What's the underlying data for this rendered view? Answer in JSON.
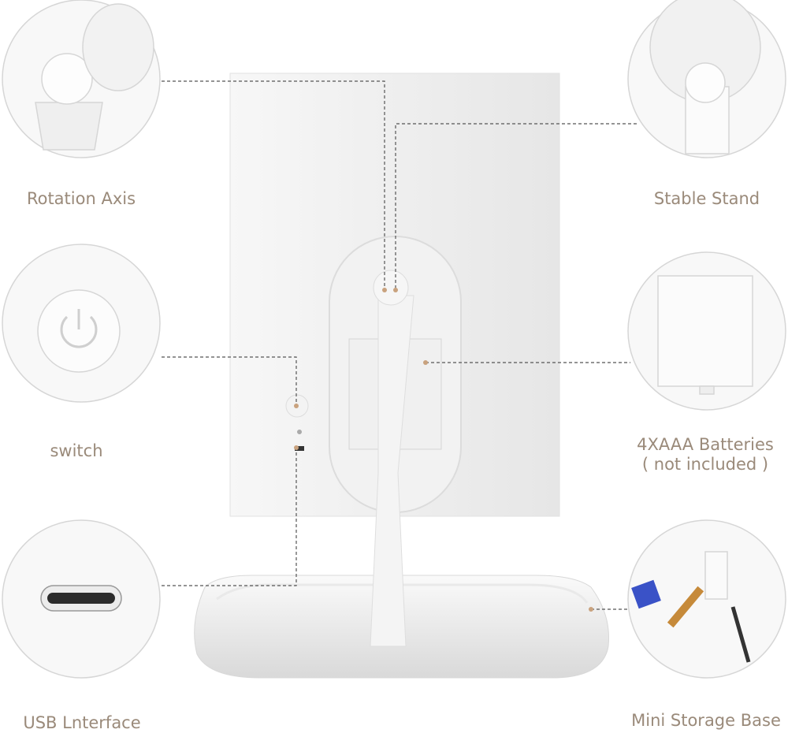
{
  "labels": {
    "rotation_axis": "Rotation Axis",
    "stable_stand": "Stable Stand",
    "switch": "switch",
    "batteries_line1": "4XAAA Batteries",
    "batteries_line2": "( not included )",
    "usb": "USB Lnterface",
    "storage_base": "Mini Storage Base"
  },
  "colors": {
    "label": "#9a8a7a",
    "dot": "#c9a27e",
    "line": "#555555"
  }
}
